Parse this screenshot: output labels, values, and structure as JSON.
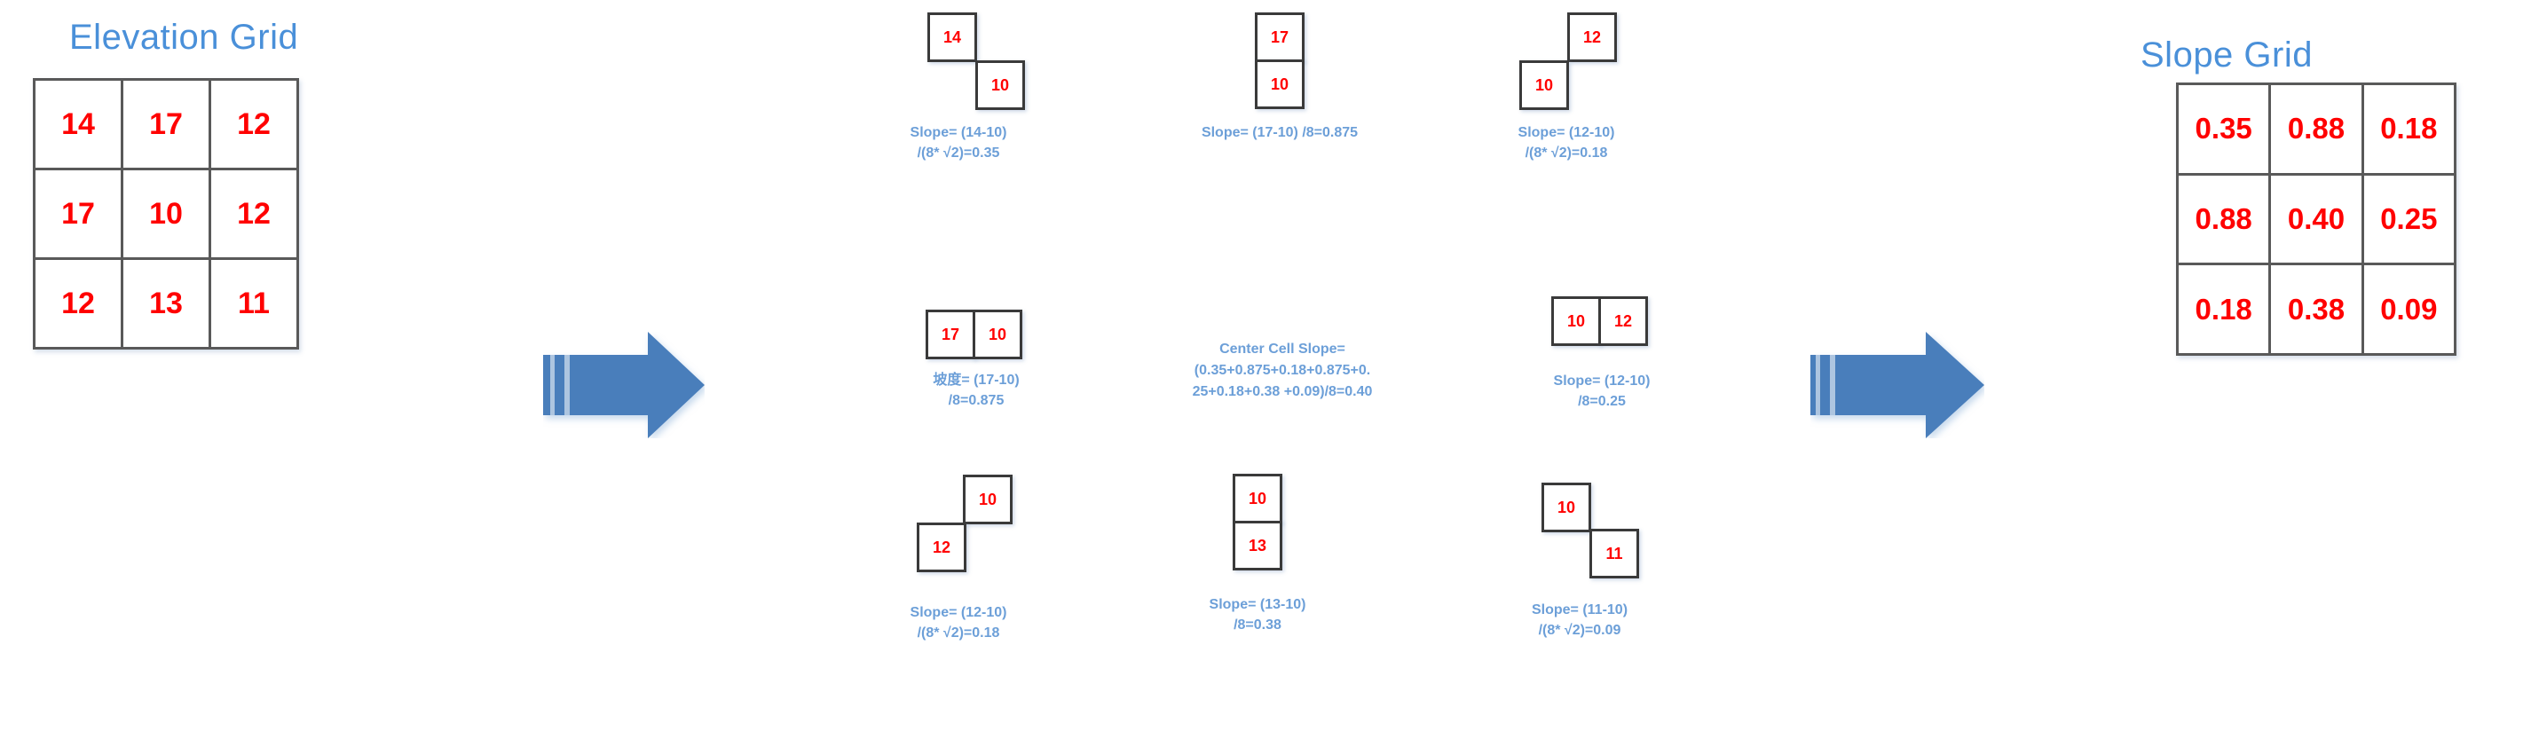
{
  "panels": {
    "elevation": {
      "title": "Elevation Grid",
      "rows": [
        [
          "14",
          "17",
          "12"
        ],
        [
          "17",
          "10",
          "12"
        ],
        [
          "12",
          "13",
          "11"
        ]
      ]
    },
    "slope": {
      "title": "Slope Grid",
      "rows": [
        [
          "0.35",
          "0.88",
          "0.18"
        ],
        [
          "0.88",
          "0.40",
          "0.25"
        ],
        [
          "0.18",
          "0.38",
          "0.09"
        ]
      ]
    }
  },
  "arrows": {
    "color": "#4A7EBB",
    "first_label": "process-arrow-1",
    "second_label": "process-arrow-2"
  },
  "colors": {
    "title_blue": "#4A90D9",
    "formula_blue": "#6C9FD8",
    "value_red": "#FF0000",
    "grid_line": "#595959",
    "mini_border": "#3A3A3A"
  },
  "cases": [
    {
      "id": "nw",
      "name": "northwest-diagonal",
      "cells": [
        {
          "value": "14",
          "pos": "top-left"
        },
        {
          "value": "10",
          "pos": "bottom-right"
        }
      ],
      "formula": "Slope= (14-10)\n/(8* √2)=0.35"
    },
    {
      "id": "n",
      "name": "north-vertical",
      "cells": [
        {
          "value": "17",
          "pos": "top"
        },
        {
          "value": "10",
          "pos": "bottom"
        }
      ],
      "formula": "Slope= (17-10) /8=0.875"
    },
    {
      "id": "ne",
      "name": "northeast-diagonal",
      "cells": [
        {
          "value": "12",
          "pos": "top-right"
        },
        {
          "value": "10",
          "pos": "bottom-left"
        }
      ],
      "formula": "Slope= (12-10)\n/(8* √2)=0.18"
    },
    {
      "id": "w",
      "name": "west-horizontal",
      "cells": [
        {
          "value": "17",
          "pos": "left"
        },
        {
          "value": "10",
          "pos": "right"
        }
      ],
      "formula": "坡度= (17-10)\n/8=0.875"
    },
    {
      "id": "center",
      "name": "center-cell-average",
      "formula": "Center Cell Slope=\n(0.35+0.875+0.18+0.875+0.\n25+0.18+0.38 +0.09)/8=0.40"
    },
    {
      "id": "e",
      "name": "east-horizontal",
      "cells": [
        {
          "value": "10",
          "pos": "left"
        },
        {
          "value": "12",
          "pos": "right"
        }
      ],
      "formula": "Slope= (12-10)\n/8=0.25"
    },
    {
      "id": "sw",
      "name": "southwest-diagonal",
      "cells": [
        {
          "value": "10",
          "pos": "top-right"
        },
        {
          "value": "12",
          "pos": "bottom-left"
        }
      ],
      "formula": "Slope= (12-10)\n/(8* √2)=0.18"
    },
    {
      "id": "s",
      "name": "south-vertical",
      "cells": [
        {
          "value": "10",
          "pos": "top"
        },
        {
          "value": "13",
          "pos": "bottom"
        }
      ],
      "formula": "Slope= (13-10)\n/8=0.38"
    },
    {
      "id": "se",
      "name": "southeast-diagonal",
      "cells": [
        {
          "value": "10",
          "pos": "top-left"
        },
        {
          "value": "11",
          "pos": "bottom-right"
        }
      ],
      "formula": "Slope= (11-10)\n/(8* √2)=0.09"
    }
  ]
}
